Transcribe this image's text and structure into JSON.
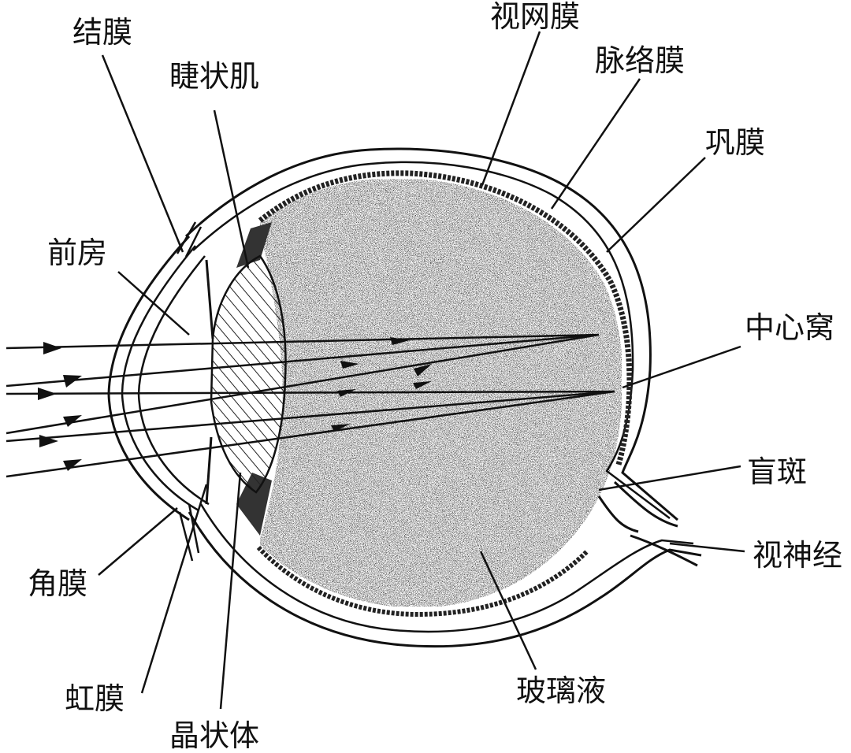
{
  "labels": {
    "conjunctiva": "结膜",
    "ciliary_muscle": "睫状肌",
    "anterior_chamber": "前房",
    "retina": "视网膜",
    "choroid": "脉络膜",
    "sclera": "巩膜",
    "fovea": "中心窝",
    "blind_spot": "盲斑",
    "optic_nerve": "视神经",
    "cornea": "角膜",
    "iris": "虹膜",
    "lens": "晶状体",
    "vitreous_body": "玻璃液"
  }
}
